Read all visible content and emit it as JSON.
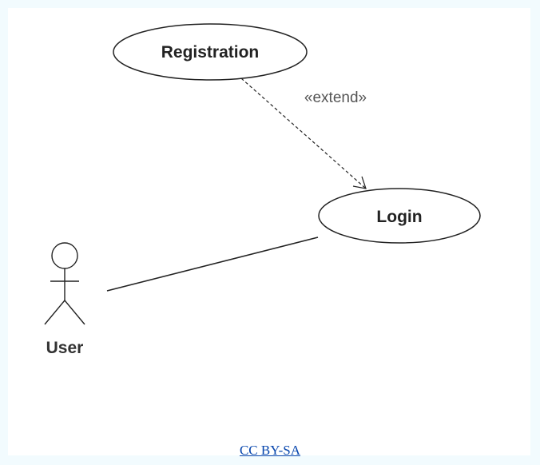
{
  "diagram": {
    "use_cases": {
      "registration": "Registration",
      "login": "Login"
    },
    "relationship": {
      "stereotype": "«extend»"
    },
    "actor": {
      "name": "User"
    }
  },
  "footer": {
    "license_link": "CC BY-SA"
  },
  "colors": {
    "panel_border": "#f2fbfe",
    "link": "#0645ad",
    "stroke": "#222222"
  }
}
